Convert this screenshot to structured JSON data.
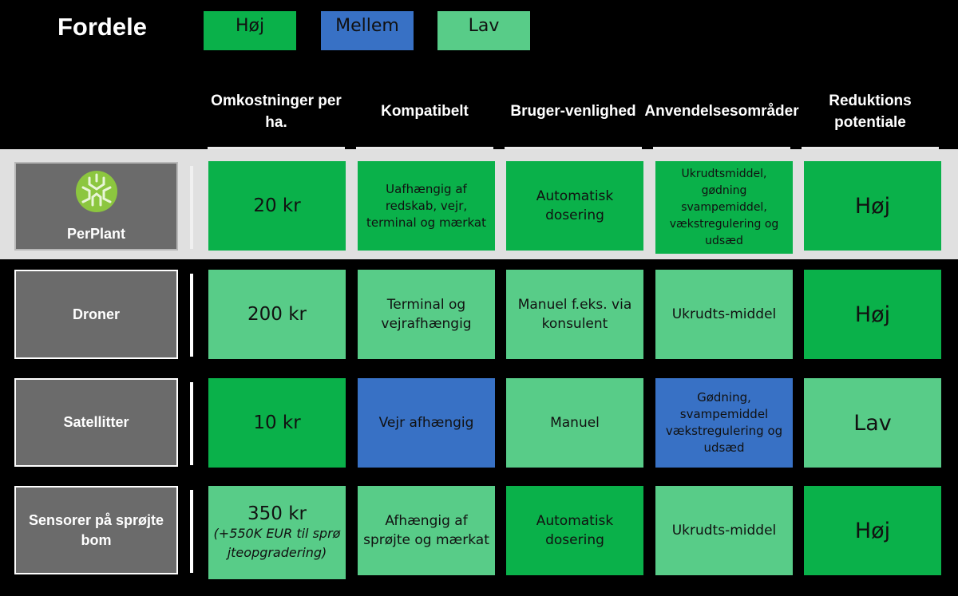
{
  "title": "Fordele",
  "legend": [
    {
      "label": "Høj",
      "color": "#0ab14a"
    },
    {
      "label": "Mellem",
      "color": "#3871c5"
    },
    {
      "label": "Lav",
      "color": "#58cc88"
    }
  ],
  "columns": [
    "Omkostninger per ha.",
    "Kompatibelt",
    "Bruger-venlighed",
    "Anvendelsesområder",
    "Reduktions potentiale"
  ],
  "rows": [
    {
      "label": "PerPlant",
      "logo_icon": "perplant-logo-icon",
      "cells": [
        {
          "text": "20 kr",
          "level": "Høj"
        },
        {
          "text": "Uafhængig af redskab, vejr, terminal og mærkat",
          "level": "Høj"
        },
        {
          "text": "Automatisk dosering",
          "level": "Høj"
        },
        {
          "text": "Ukrudtsmiddel, gødning svampemiddel, vækstregulering og udsæd",
          "level": "Høj"
        },
        {
          "text": "Høj",
          "level": "Høj"
        }
      ]
    },
    {
      "label": "Droner",
      "cells": [
        {
          "text": "200 kr",
          "level": "Lav"
        },
        {
          "text": "Terminal og vejrafhængig",
          "level": "Lav"
        },
        {
          "text": "Manuel f.eks. via konsulent",
          "level": "Lav"
        },
        {
          "text": "Ukrudts-middel",
          "level": "Lav"
        },
        {
          "text": "Høj",
          "level": "Høj"
        }
      ]
    },
    {
      "label": "Satellitter",
      "cells": [
        {
          "text": "10 kr",
          "level": "Høj"
        },
        {
          "text": "Vejr afhængig",
          "level": "Mellem"
        },
        {
          "text": "Manuel",
          "level": "Lav"
        },
        {
          "text": "Gødning, svampemiddel vækstregulering og udsæd",
          "level": "Mellem"
        },
        {
          "text": "Lav",
          "level": "Lav"
        }
      ]
    },
    {
      "label": "Sensorer på sprøjte bom",
      "cells": [
        {
          "text": "350 kr",
          "note": "(+550K EUR til sprøjteopgradering)",
          "level": "Lav"
        },
        {
          "text": "Afhængig af sprøjte og mærkat",
          "level": "Lav"
        },
        {
          "text": "Automatisk dosering",
          "level": "Høj"
        },
        {
          "text": "Ukrudts-middel",
          "level": "Lav"
        },
        {
          "text": "Høj",
          "level": "Høj"
        }
      ]
    }
  ]
}
